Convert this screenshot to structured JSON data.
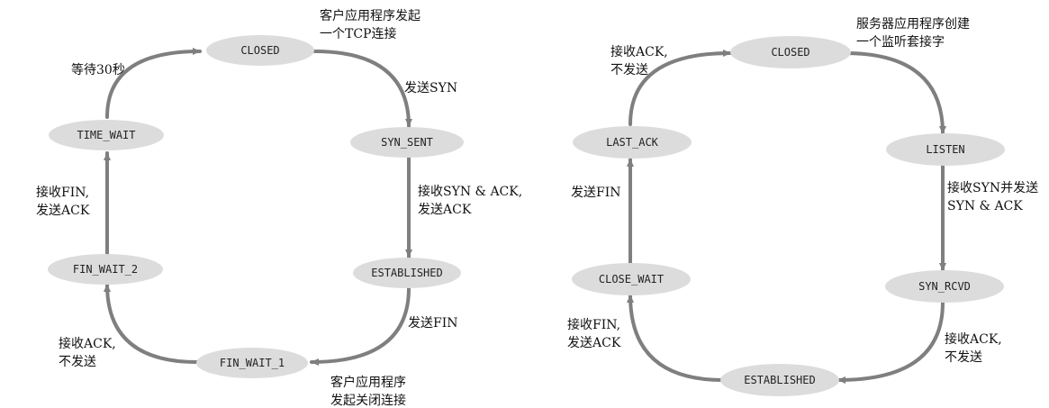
{
  "colors": {
    "state_fill": "#dcdcdc",
    "arrow": "#7f7f7f",
    "text": "#111111"
  },
  "client": {
    "states": {
      "closed": "CLOSED",
      "syn_sent": "SYN_SENT",
      "established": "ESTABLISHED",
      "fin_wait_1": "FIN_WAIT_1",
      "fin_wait_2": "FIN_WAIT_2",
      "time_wait": "TIME_WAIT"
    },
    "labels": {
      "open": [
        "客户应用程序发起",
        "一个TCP连接"
      ],
      "send_syn": [
        "发送SYN"
      ],
      "recv_synack": [
        "接收SYN & ACK,",
        "发送ACK"
      ],
      "send_fin": [
        "发送FIN"
      ],
      "app_close": [
        "客户应用程序",
        "发起关闭连接"
      ],
      "recv_ack": [
        "接收ACK,",
        "不发送"
      ],
      "recv_fin": [
        "接收FIN,",
        "发送ACK"
      ],
      "wait_30s": [
        "等待30秒"
      ]
    }
  },
  "server": {
    "states": {
      "closed": "CLOSED",
      "listen": "LISTEN",
      "syn_rcvd": "SYN_RCVD",
      "established": "ESTABLISHED",
      "close_wait": "CLOSE_WAIT",
      "last_ack": "LAST_ACK"
    },
    "labels": {
      "create_socket": [
        "服务器应用程序创建",
        "一个监听套接字"
      ],
      "recv_syn": [
        "接收SYN并发送",
        "SYN & ACK"
      ],
      "recv_ack_est": [
        "接收ACK,",
        "不发送"
      ],
      "recv_fin": [
        "接收FIN,",
        "发送ACK"
      ],
      "send_fin": [
        "发送FIN"
      ],
      "recv_ack_close": [
        "接收ACK,",
        "不发送"
      ]
    }
  }
}
